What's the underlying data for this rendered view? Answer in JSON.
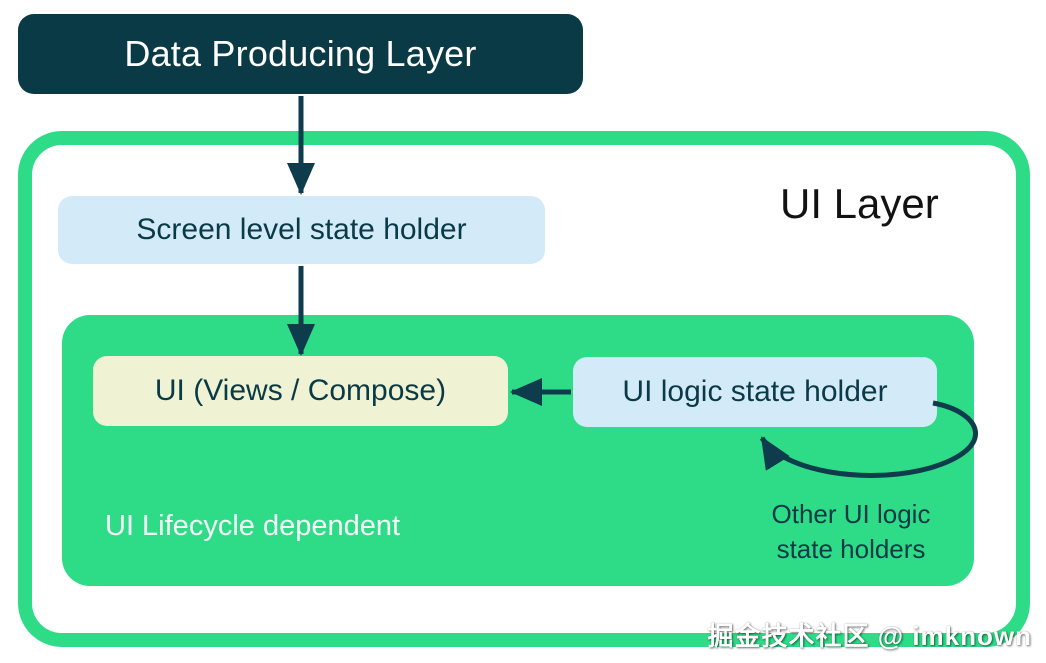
{
  "diagram": {
    "top_box": {
      "label": "Data Producing Layer"
    },
    "ui_layer": {
      "title": "UI Layer",
      "screen_state_holder": {
        "label": "Screen level state holder"
      },
      "lifecycle_region": {
        "ui_box": {
          "label": "UI (Views / Compose)"
        },
        "ui_logic_state_holder": {
          "label": "UI logic state holder"
        },
        "lifecycle_note": "UI Lifecycle dependent",
        "other_holders_note": "Other UI logic\nstate holders"
      }
    },
    "watermark": "掘金技术社区 @ imknown"
  },
  "colors": {
    "navy": "#0b3a47",
    "green": "#2edc87",
    "light_blue": "#d3ebf8",
    "cream": "#eff3d3",
    "title_text": "#121212",
    "on_green_text": "#f4fdf8",
    "arrow": "#0e3c4c"
  }
}
